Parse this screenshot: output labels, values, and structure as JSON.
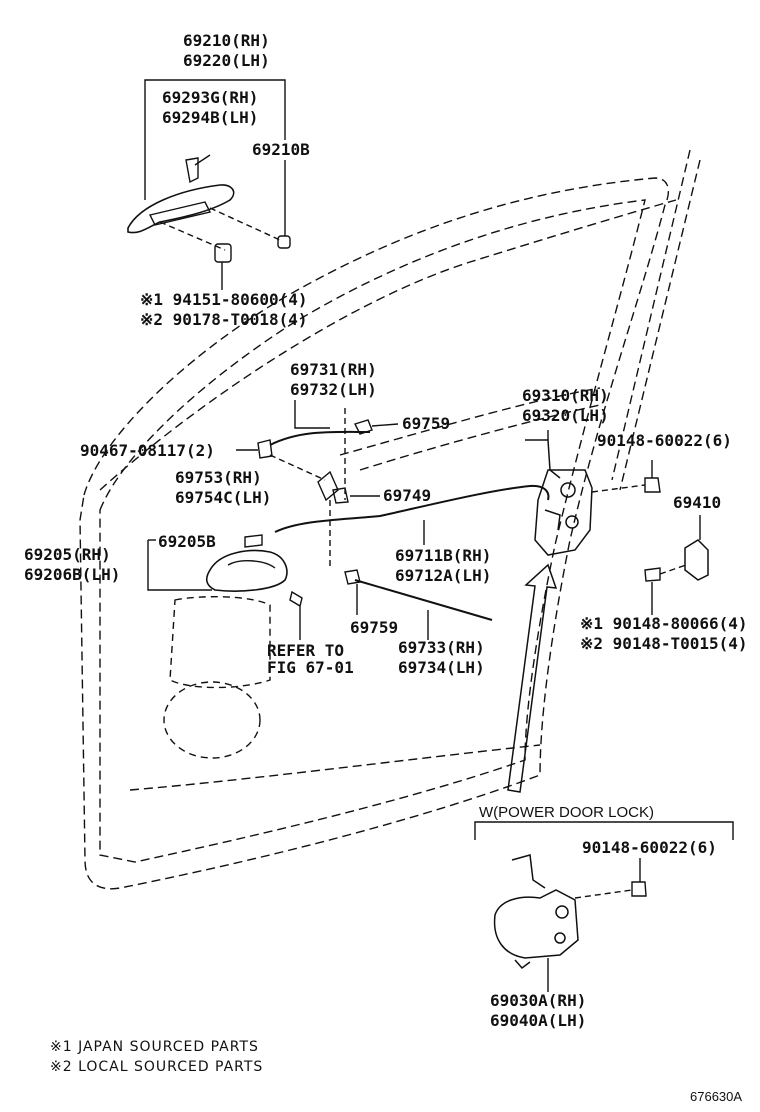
{
  "labels": {
    "p69210": "69210(RH)",
    "p69220": "69220(LH)",
    "p69293g": "69293G(RH)",
    "p69294b": "69294B(LH)",
    "p69210b": "69210B",
    "p94151": "※1 94151-80600(4)",
    "p90178": "※2 90178-T0018(4)",
    "p69731": "69731(RH)",
    "p69732": "69732(LH)",
    "p69759a": "69759",
    "p90467": "90467-08117(2)",
    "p69753": "69753(RH)",
    "p69754c": "69754C(LH)",
    "p69749": "69749",
    "p69310": "69310(RH)",
    "p69320": "69320(LH)",
    "p90148a": "90148-60022(6)",
    "p69410": "69410",
    "p69205b": "69205B",
    "p69205": "69205(RH)",
    "p69206b": "69206B(LH)",
    "p69711b": "69711B(RH)",
    "p69712a": "69712A(LH)",
    "p90148b": "※1 90148-80066(4)",
    "p90148c": "※2 90148-T0015(4)",
    "p69759b": "69759",
    "p69733": "69733(RH)",
    "p69734": "69734(LH)",
    "refer1": "REFER TO",
    "refer2": "FIG 67-01",
    "pdl_title": "W(POWER DOOR LOCK)",
    "p90148d": "90148-60022(6)",
    "p69030a": "69030A(RH)",
    "p69040a": "69040A(LH)"
  },
  "notes": {
    "note1": "※1 JAPAN SOURCED PARTS",
    "note2": "※2 LOCAL SOURCED PARTS"
  },
  "figure_id": "676630A"
}
